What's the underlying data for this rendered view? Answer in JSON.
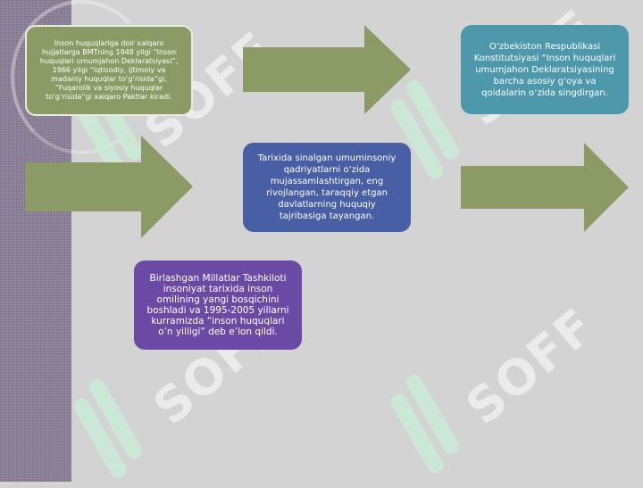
{
  "boxes": {
    "treaties": "Inson huquqlariga doir xalqaro hujjatlarga BMTning 1948 yilgi “Inson huquqlari umumjahon Deklaratsiyasi”, 1966 yilgi “Iqtisodiy, ijtimoiy va madaniy huquqlar to‘g‘risida”gi, “Fuqarolik va siyosiy huquqlar to‘g‘risida”gi xalqaro Paktlar kiradi.",
    "constitution": "O’zbekiston Respublikasi Konstitutsiyasi “Inson huquqlari umumjahon Deklaratsiyasining barcha asosiy g’oya va qoidalarin o’zida singdirgan.",
    "values": "Tarixida sinalgan umuminsoniy qadriyatlarni o’zida mujassamlashtirgan, eng rivojlangan, taraqqiy etgan davlatlarning huquqiy tajribasiga tayangan.",
    "un_decade": "Birlashgan Millatlar Tashkiloti insoniyat tarixida inson omilining yangi bosqichini boshladi va 1995-2005 yillarni kurramizda “inson huquqlari o’n yilligi” deb e’lon qildi."
  },
  "watermark": {
    "text": "SOFF"
  },
  "colors": {
    "background": "#d3d3d3",
    "arrow": "#8c9b65",
    "box_treaties": "#8c9b65",
    "box_constitution": "#4e98ac",
    "box_values": "#485fa5",
    "box_un_decade": "#6a4aa5"
  }
}
